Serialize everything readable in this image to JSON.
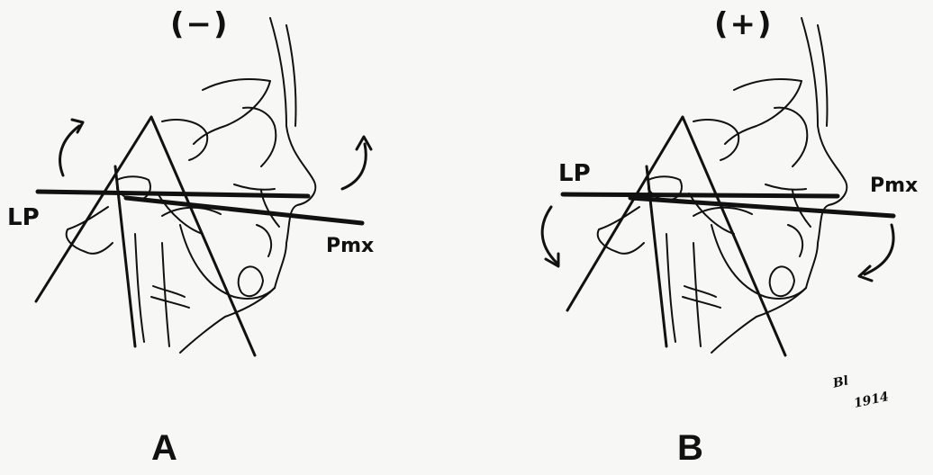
{
  "panels": [
    {
      "id": "A",
      "sign": "(−)",
      "panel_label": "A",
      "landmark_left": "LP",
      "landmark_right": "Pmx",
      "rotation": "counterclockwise"
    },
    {
      "id": "B",
      "sign": "(+)",
      "panel_label": "B",
      "landmark_left": "LP",
      "landmark_right": "Pmx",
      "rotation": "clockwise"
    }
  ],
  "signature": {
    "initials": "Bl",
    "year": "1914"
  },
  "colors": {
    "ink": "#111111",
    "background": "#f7f7f5"
  }
}
